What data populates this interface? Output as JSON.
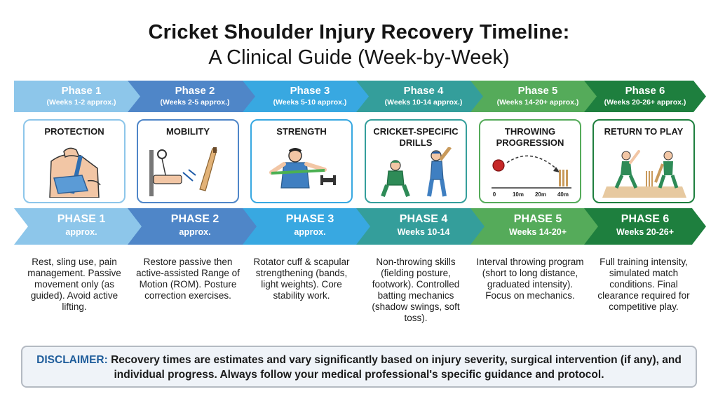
{
  "title_line1": "Cricket Shoulder Injury Recovery Timeline:",
  "title_line2": "A Clinical Guide (Week-by-Week)",
  "phases": [
    {
      "top_label": "Phase 1",
      "weeks": "(Weeks 1-2 approx.)",
      "card_title": "PROTECTION",
      "bottom_label": "PHASE 1",
      "bottom_sub": "approx.",
      "description": "Rest, sling use, pain management. Passive movement only (as guided). Avoid active lifting.",
      "color": "#8dc6ea",
      "icon": "sling-arm-icon"
    },
    {
      "top_label": "Phase 2",
      "weeks": "(Weeks 2-5 approx.)",
      "card_title": "MOBILITY",
      "bottom_label": "PHASE 2",
      "bottom_sub": "approx.",
      "description": "Restore passive then active-assisted Range of Motion (ROM). Posture correction exercises.",
      "color": "#4f86c8",
      "icon": "pulley-bat-icon"
    },
    {
      "top_label": "Phase 3",
      "weeks": "(Weeks 5-10 approx.)",
      "card_title": "STRENGTH",
      "bottom_label": "PHASE 3",
      "bottom_sub": "approx.",
      "description": "Rotator cuff & scapular strengthening (bands, light weights). Core stability work.",
      "color": "#38a8e1",
      "icon": "resistance-band-icon"
    },
    {
      "top_label": "Phase 4",
      "weeks": "(Weeks 10-14 approx.)",
      "card_title": "CRICKET-SPECIFIC DRILLS",
      "bottom_label": "PHASE 4",
      "bottom_sub": "Weeks 10-14",
      "description": "Non-throwing skills (fielding posture, footwork). Controlled batting mechanics (shadow swings, soft toss).",
      "color": "#349e9b",
      "icon": "fielder-batter-icon"
    },
    {
      "top_label": "Phase 5",
      "weeks": "(Weeks 14-20+ approx.)",
      "card_title": "THROWING PROGRESSION",
      "bottom_label": "PHASE 5",
      "bottom_sub": "Weeks 14-20+",
      "description": "Interval throwing program (short to long distance, graduated intensity). Focus on mechanics.",
      "color": "#55ab5a",
      "icon": "ball-trajectory-icon",
      "scale": [
        "0",
        "10m",
        "20m",
        "40m"
      ]
    },
    {
      "top_label": "Phase 6",
      "weeks": "(Weeks 20-26+ approx.)",
      "card_title": "RETURN TO PLAY",
      "bottom_label": "PHASE 6",
      "bottom_sub": "Weeks 20-26+",
      "description": "Full training intensity, simulated match conditions. Final clearance required for competitive play.",
      "color": "#1e7f3e",
      "icon": "match-play-icon"
    }
  ],
  "disclaimer_label": "DISCLAIMER:",
  "disclaimer_text": " Recovery times are estimates and vary significantly based on injury severity, surgical intervention (if any), and individual progress. Always follow your medical professional's specific guidance and protocol."
}
